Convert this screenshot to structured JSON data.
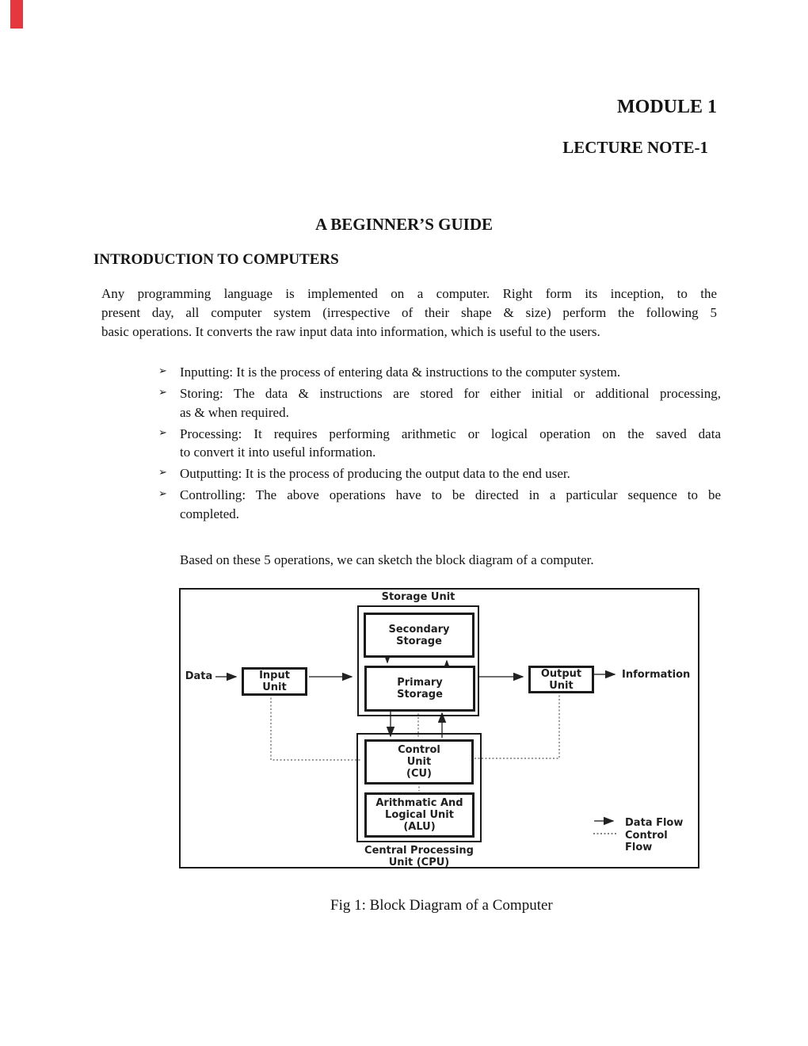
{
  "marker": {
    "color": "#e5383e"
  },
  "header": {
    "module": "MODULE 1",
    "lecture": "LECTURE NOTE-1"
  },
  "titles": {
    "guide": "A BEGINNER’S GUIDE",
    "section": "INTRODUCTION TO COMPUTERS"
  },
  "intro_lines": [
    "Any  programming  language  is  implemented  on  a  computer.  Right  form  its  inception,  to  the",
    "present  day,  all  computer  system  (irrespective  of  their  shape  &  size)  perform  the  following  5",
    "basic operations. It converts the raw input data into information, which is useful to the users."
  ],
  "bullet_glyph": "➢",
  "bullets": [
    {
      "lines": [
        "Inputting: It is the process of entering data & instructions to the computer system."
      ]
    },
    {
      "lines": [
        "Storing: The data & instructions are stored for either initial or additional processing,",
        "as & when required."
      ]
    },
    {
      "lines": [
        "Processing: It requires performing arithmetic or logical operation on the saved data",
        "to convert it into useful information."
      ]
    },
    {
      "lines": [
        "Outputting: It is the process of producing the output data to the end user."
      ]
    },
    {
      "lines": [
        "Controlling: The above operations have to be directed in a particular sequence to be",
        "completed."
      ]
    }
  ],
  "closing": "Based on these 5 operations, we can sketch the block diagram of a computer.",
  "diagram": {
    "storage_unit_label": "Storage Unit",
    "secondary_lines": [
      "Secondary",
      "Storage"
    ],
    "primary_lines": [
      "Primary",
      "Storage"
    ],
    "input_lines": [
      "Input",
      "Unit"
    ],
    "output_lines": [
      "Output",
      "Unit"
    ],
    "cu_lines": [
      "Control",
      "Unit",
      "(CU)"
    ],
    "alu_lines": [
      "Arithmatic And",
      "Logical Unit",
      "(ALU)"
    ],
    "cpu_label_lines": [
      "Central Processing",
      "Unit (CPU)"
    ],
    "data_label": "Data",
    "information_label": "Information",
    "legend": {
      "data_flow": "Data Flow",
      "control_flow": "Control Flow"
    }
  },
  "caption": "Fig 1: Block Diagram of a Computer"
}
